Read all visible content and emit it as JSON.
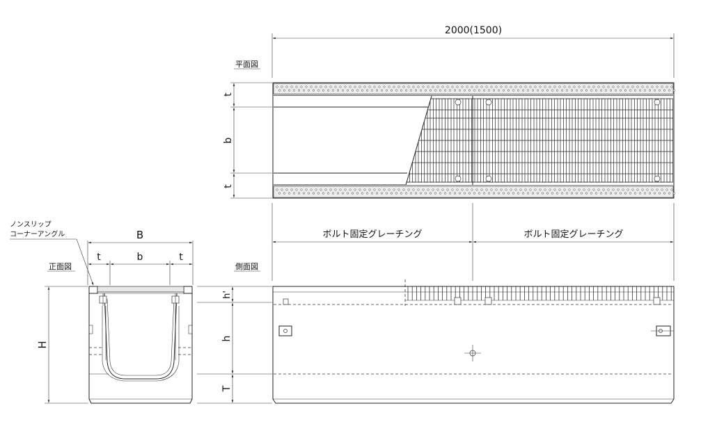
{
  "labels": {
    "length": "2000(1500)",
    "plan_view": "平面図",
    "front_view": "正面図",
    "side_view": "側面図",
    "non_slip": "ノンスリップ",
    "corner_angle": "コーナーアングル",
    "grating_left": "ボルト固定グレーチング",
    "grating_right": "ボルト固定グレーチング"
  },
  "dims": {
    "t": "t",
    "b": "b",
    "B": "B",
    "H": "H",
    "h_prime": "h'",
    "h": "h",
    "T": "T"
  }
}
